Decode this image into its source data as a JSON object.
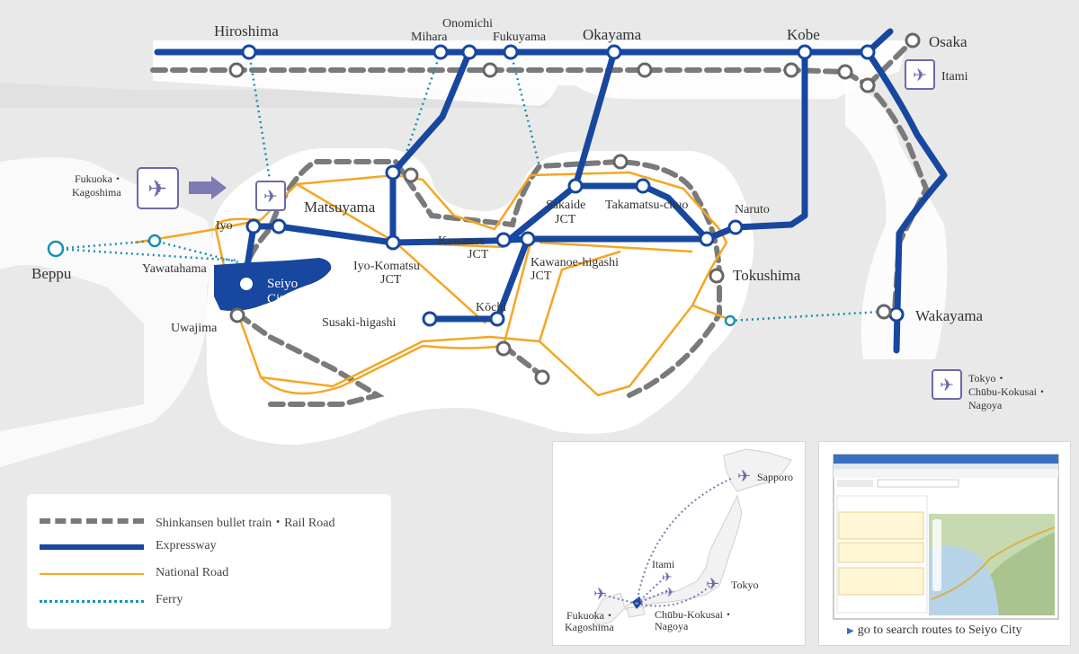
{
  "map": {
    "cities": {
      "hiroshima": "Hiroshima",
      "onomichi": "Onomichi",
      "mihara": "Mihara",
      "fukuyama": "Fukuyama",
      "okayama": "Okayama",
      "kobe": "Kobe",
      "osaka": "Osaka",
      "itami": "Itami",
      "fukuoka_kagoshima": [
        "Fukuoka・",
        "Kagoshima"
      ],
      "matsuyama": "Matsuyama",
      "iyo": "Iyo",
      "beppu": "Beppu",
      "yawatahama": "Yawatahama",
      "uwajima": "Uwajima",
      "seiyo_city": [
        "Seiyo",
        "City"
      ],
      "iyo_komatsu_jct": [
        "Iyo-Komatsu",
        "JCT"
      ],
      "kawanoe_jct": [
        "Kawanoe",
        "JCT"
      ],
      "kawanoe_higashi_jct": [
        "Kawanoe-higashi",
        "JCT"
      ],
      "sakaide_jct": [
        "Sakaide",
        "JCT"
      ],
      "takamatsu_chuo": "Takamatsu-chuo",
      "naruto": "Naruto",
      "tokushima": "Tokushima",
      "wakayama": "Wakayama",
      "kochi": "Kōchi",
      "susaki_higashi": "Susaki-higashi",
      "tokyo_chubu_nagoya": [
        "Tokyo・",
        "Chūbu-Kokusai・",
        "Nagoya"
      ]
    },
    "colors": {
      "expressway": "#17479e",
      "national_road": "#f5a623",
      "rail": "#7a7a7a",
      "ferry": "#1a8fb0",
      "seiyo": "#17479e",
      "airport": "#6b6aa8"
    }
  },
  "legend": {
    "items": [
      {
        "key": "rail",
        "label": "Shinkansen bullet train・Rail Road"
      },
      {
        "key": "expressway",
        "label": "Expressway"
      },
      {
        "key": "national_road",
        "label": "National Road"
      },
      {
        "key": "ferry",
        "label": "Ferry"
      }
    ]
  },
  "japan_inset": {
    "labels": {
      "sapporo": "Sapporo",
      "itami": "Itami",
      "tokyo": "Tokyo",
      "fukuoka_kagoshima": [
        "Fukuoka・",
        "Kagoshima"
      ],
      "chubu_nagoya": [
        "Chūbu-Kokusai・",
        "Nagoya"
      ]
    }
  },
  "search_panel": {
    "link_text": "go to search routes to Seiyo City"
  }
}
